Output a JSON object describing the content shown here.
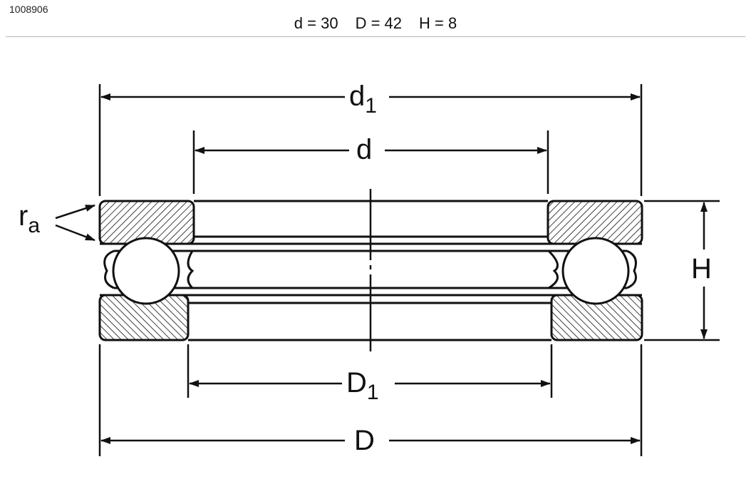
{
  "header": {
    "part_number": "1008906",
    "spec_d": "d = 30",
    "spec_D": "D = 42",
    "spec_H": "H = 8"
  },
  "drawing": {
    "label_d1_main": "d",
    "label_d1_sub": "1",
    "label_d": "d",
    "label_ra_main": "r",
    "label_ra_sub": "a",
    "label_H": "H",
    "label_D1_main": "D",
    "label_D1_sub": "1",
    "label_D": "D"
  }
}
